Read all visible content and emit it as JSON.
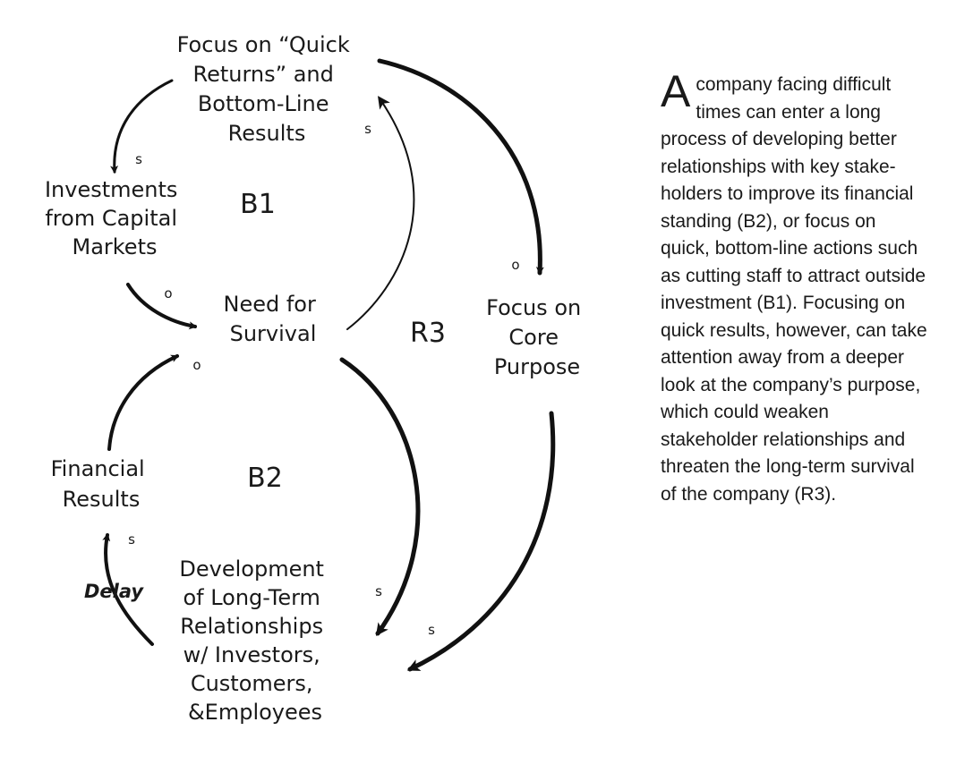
{
  "diagram": {
    "nodes": {
      "quick_returns": [
        "Focus on “Quick",
        "Returns” and",
        "Bottom-Line",
        "Results"
      ],
      "investments": [
        "Investments",
        "from Capital",
        "Markets"
      ],
      "need_survival": [
        "Need for",
        "Survival"
      ],
      "core_purpose": [
        "Focus on",
        "Core",
        "Purpose"
      ],
      "financial_results": [
        "Financial",
        "Results"
      ],
      "relationships": [
        "Development",
        "of Long-Term",
        "Relationships",
        "w/ Investors,",
        "Customers,",
        "&Employees"
      ]
    },
    "loops": {
      "b1": "B1",
      "r3": "R3",
      "b2": "B2"
    },
    "polarities": {
      "quick_to_invest": "s",
      "need_to_quick": "s",
      "invest_to_need": "o",
      "quick_to_core": "o",
      "fin_to_need": "o",
      "rel_to_fin": "s",
      "need_to_rel": "s",
      "core_to_rel": "s"
    },
    "delay_label": "Delay"
  },
  "caption": {
    "drop_cap": "A",
    "text": "company facing difficult times can enter a long process of devel­oping better relation­ships with key stake­holders to improve its financial standing (B2), or focus on quick, bot­tom-line actions such as cutting staff to attract outside investment (B1). Focusing on quick re­sults, however, can take attention away from a deeper look at the company’s purpose, which could weaken stakeholder relation­ships and threaten the long-term survival of the company (R3)."
  }
}
